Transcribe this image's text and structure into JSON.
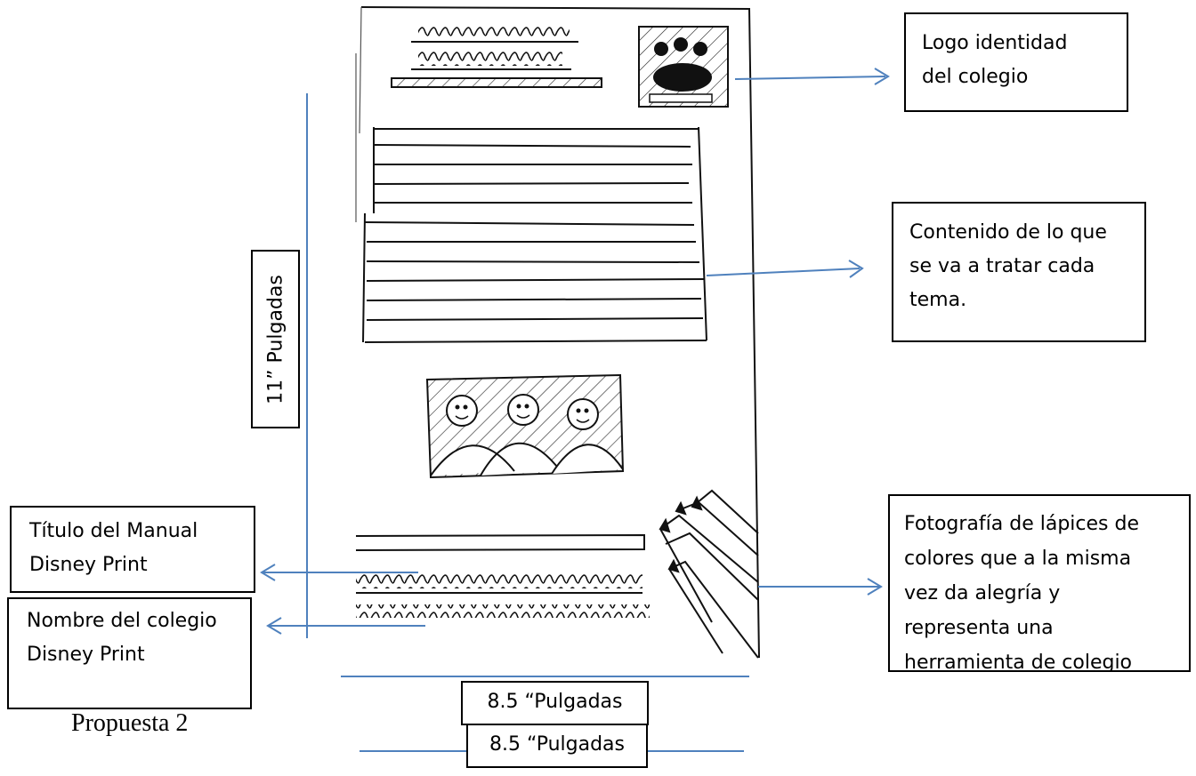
{
  "annotations": {
    "logo": [
      "Logo identidad",
      "del colegio"
    ],
    "content": [
      "Contenido de lo que",
      "se va a tratar cada",
      "tema."
    ],
    "title": [
      "Título del Manual",
      "Disney Print"
    ],
    "school_name": [
      "Nombre del colegio",
      "Disney Print"
    ],
    "photo": [
      "Fotografía de lápices de",
      "colores que a la misma",
      "vez da alegría y",
      "representa una",
      "herramienta de colegio"
    ]
  },
  "dimensions": {
    "height": "11” Pulgadas",
    "width_top": "8.5 “Pulgadas",
    "width_bottom": "8.5 “Pulgadas"
  },
  "caption": "Propuesta 2",
  "colors": {
    "arrow": "#4f81bd",
    "ink": "#111111"
  }
}
